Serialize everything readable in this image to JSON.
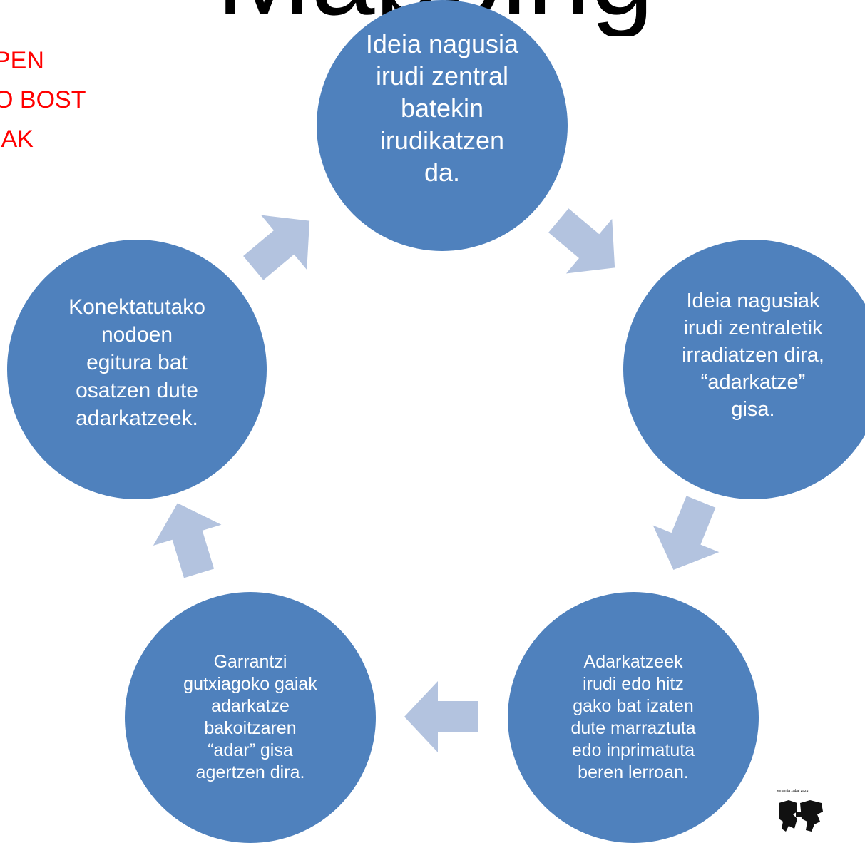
{
  "title": "Mapping",
  "side_text": [
    "PEN",
    "O BOST",
    "IAK"
  ],
  "nodes": [
    {
      "text": "Ideia nagusia\nirudi zentral\nbatekin\nirudikatzen\nda."
    },
    {
      "text": "Ideia nagusiak\nirudi zentraletik\nirradiatzen dira,\n“adarkatze”\ngisa."
    },
    {
      "text": "Adarkatzeek\nirudi edo hitz\ngako bat izaten\ndute marraztuta\nedo inprimatuta\nberen lerroan."
    },
    {
      "text": "Garrantzi\ngutxiagoko gaiak\nadarkatze\nbakoitzaren\n“adar” gisa\nagertzen dira."
    },
    {
      "text": "Konektatutako\nnodoen\negitura bat\nosatzen dute\nadarkatzeek."
    }
  ],
  "logo": {
    "caption": "eman ta zabal zazu"
  },
  "colors": {
    "node": "#4f81bd",
    "arrow": "#b3c3df",
    "accent_text": "#ff0000"
  }
}
